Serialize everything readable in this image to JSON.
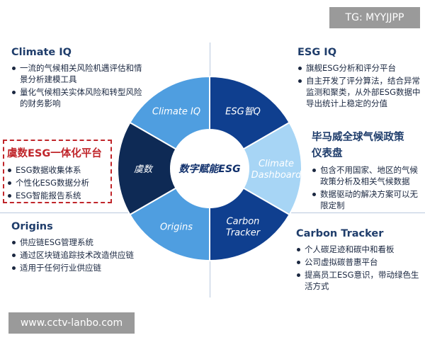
{
  "watermarks": {
    "top": "TG: MYYJJPP",
    "bottom": "www.cctv-lanbo.com"
  },
  "wheel": {
    "center": "数字赋能ESG",
    "segments": [
      {
        "label": "Climate IQ",
        "color": "#4f9ee0"
      },
      {
        "label": "ESG智Q",
        "color": "#0f3f8f"
      },
      {
        "label": [
          "Climate",
          "Dashboard"
        ],
        "color": "#a7d5f5"
      },
      {
        "label": [
          "Carbon",
          "Tracker"
        ],
        "color": "#0f3f8f"
      },
      {
        "label": "Origins",
        "color": "#4f9ee0"
      },
      {
        "label": "虞数",
        "color": "#0e2a55"
      }
    ]
  },
  "panels": {
    "climate_iq": {
      "title": "Climate IQ",
      "items": [
        "一流的气候相关风险机遇评估和情景分析建模工具",
        "量化气候相关实体风险和转型风险的财务影响"
      ]
    },
    "esg_iq": {
      "title": "ESG IQ",
      "items": [
        "旗舰ESG分析和评分平台",
        "自主开发了评分算法，结合异常监测和聚类，从外部ESG数据中导出统计上稳定的分值"
      ]
    },
    "yushu": {
      "title": "虞数ESG一体化平台",
      "items": [
        "ESG数据收集体系",
        "个性化ESG数据分析",
        "ESG智能报告系统"
      ]
    },
    "dashboard": {
      "title_lines": [
        "毕马威全球气候政策",
        "仪表盘"
      ],
      "items": [
        "包含不用国家、地区的气候政策分析及相关气候数据",
        "数据驱动的解决方案可以无限定制"
      ]
    },
    "origins": {
      "title": "Origins",
      "items": [
        "供应链ESG管理系统",
        "通过区块链追踪技术改造供应链",
        "适用于任何行业供应链"
      ]
    },
    "carbon_tracker": {
      "title": "Carbon Tracker",
      "items": [
        "个人碳足迹和碳中和看板",
        "公司虚拟碳普惠平台",
        "提高员工ESG意识，带动绿色生活方式"
      ]
    }
  }
}
